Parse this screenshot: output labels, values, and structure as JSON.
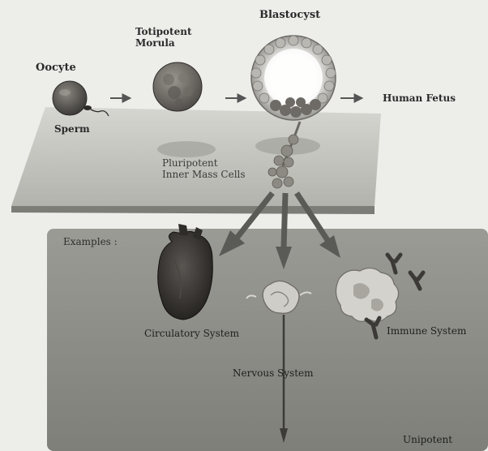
{
  "labels": {
    "oocyte": "Oocyte",
    "sperm": "Sperm",
    "totipotent_line1": "Totipotent",
    "totipotent_line2": "Morula",
    "blastocyst": "Blastocyst",
    "human_fetus": "Human Fetus",
    "pluripotent_line1": "Pluripotent",
    "pluripotent_line2": "Inner Mass Cells",
    "examples": "Examples :",
    "circulatory": "Circulatory System",
    "nervous": "Nervous System",
    "immune": "Immune System",
    "unipotent": "Unipotent"
  },
  "colors": {
    "page_background": "#ededea",
    "top_panel": "#c7c7c2",
    "bottom_panel": "#8e8f89",
    "text": "#2a2a2a",
    "arrow": "#555555"
  }
}
